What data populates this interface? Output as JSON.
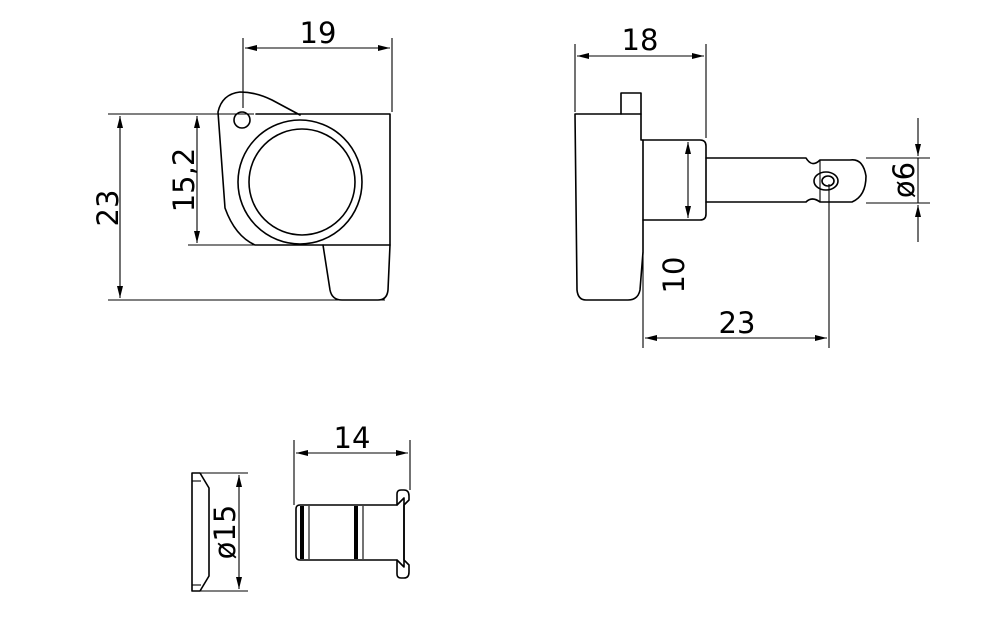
{
  "dimensions": {
    "front_width": "19",
    "front_height": "23",
    "front_inner_height": "15,2",
    "side_width": "18",
    "side_shaft_height": "10",
    "side_length": "23",
    "side_shaft_dia": "ø6",
    "bush_length": "14",
    "washer_dia": "ø15"
  }
}
